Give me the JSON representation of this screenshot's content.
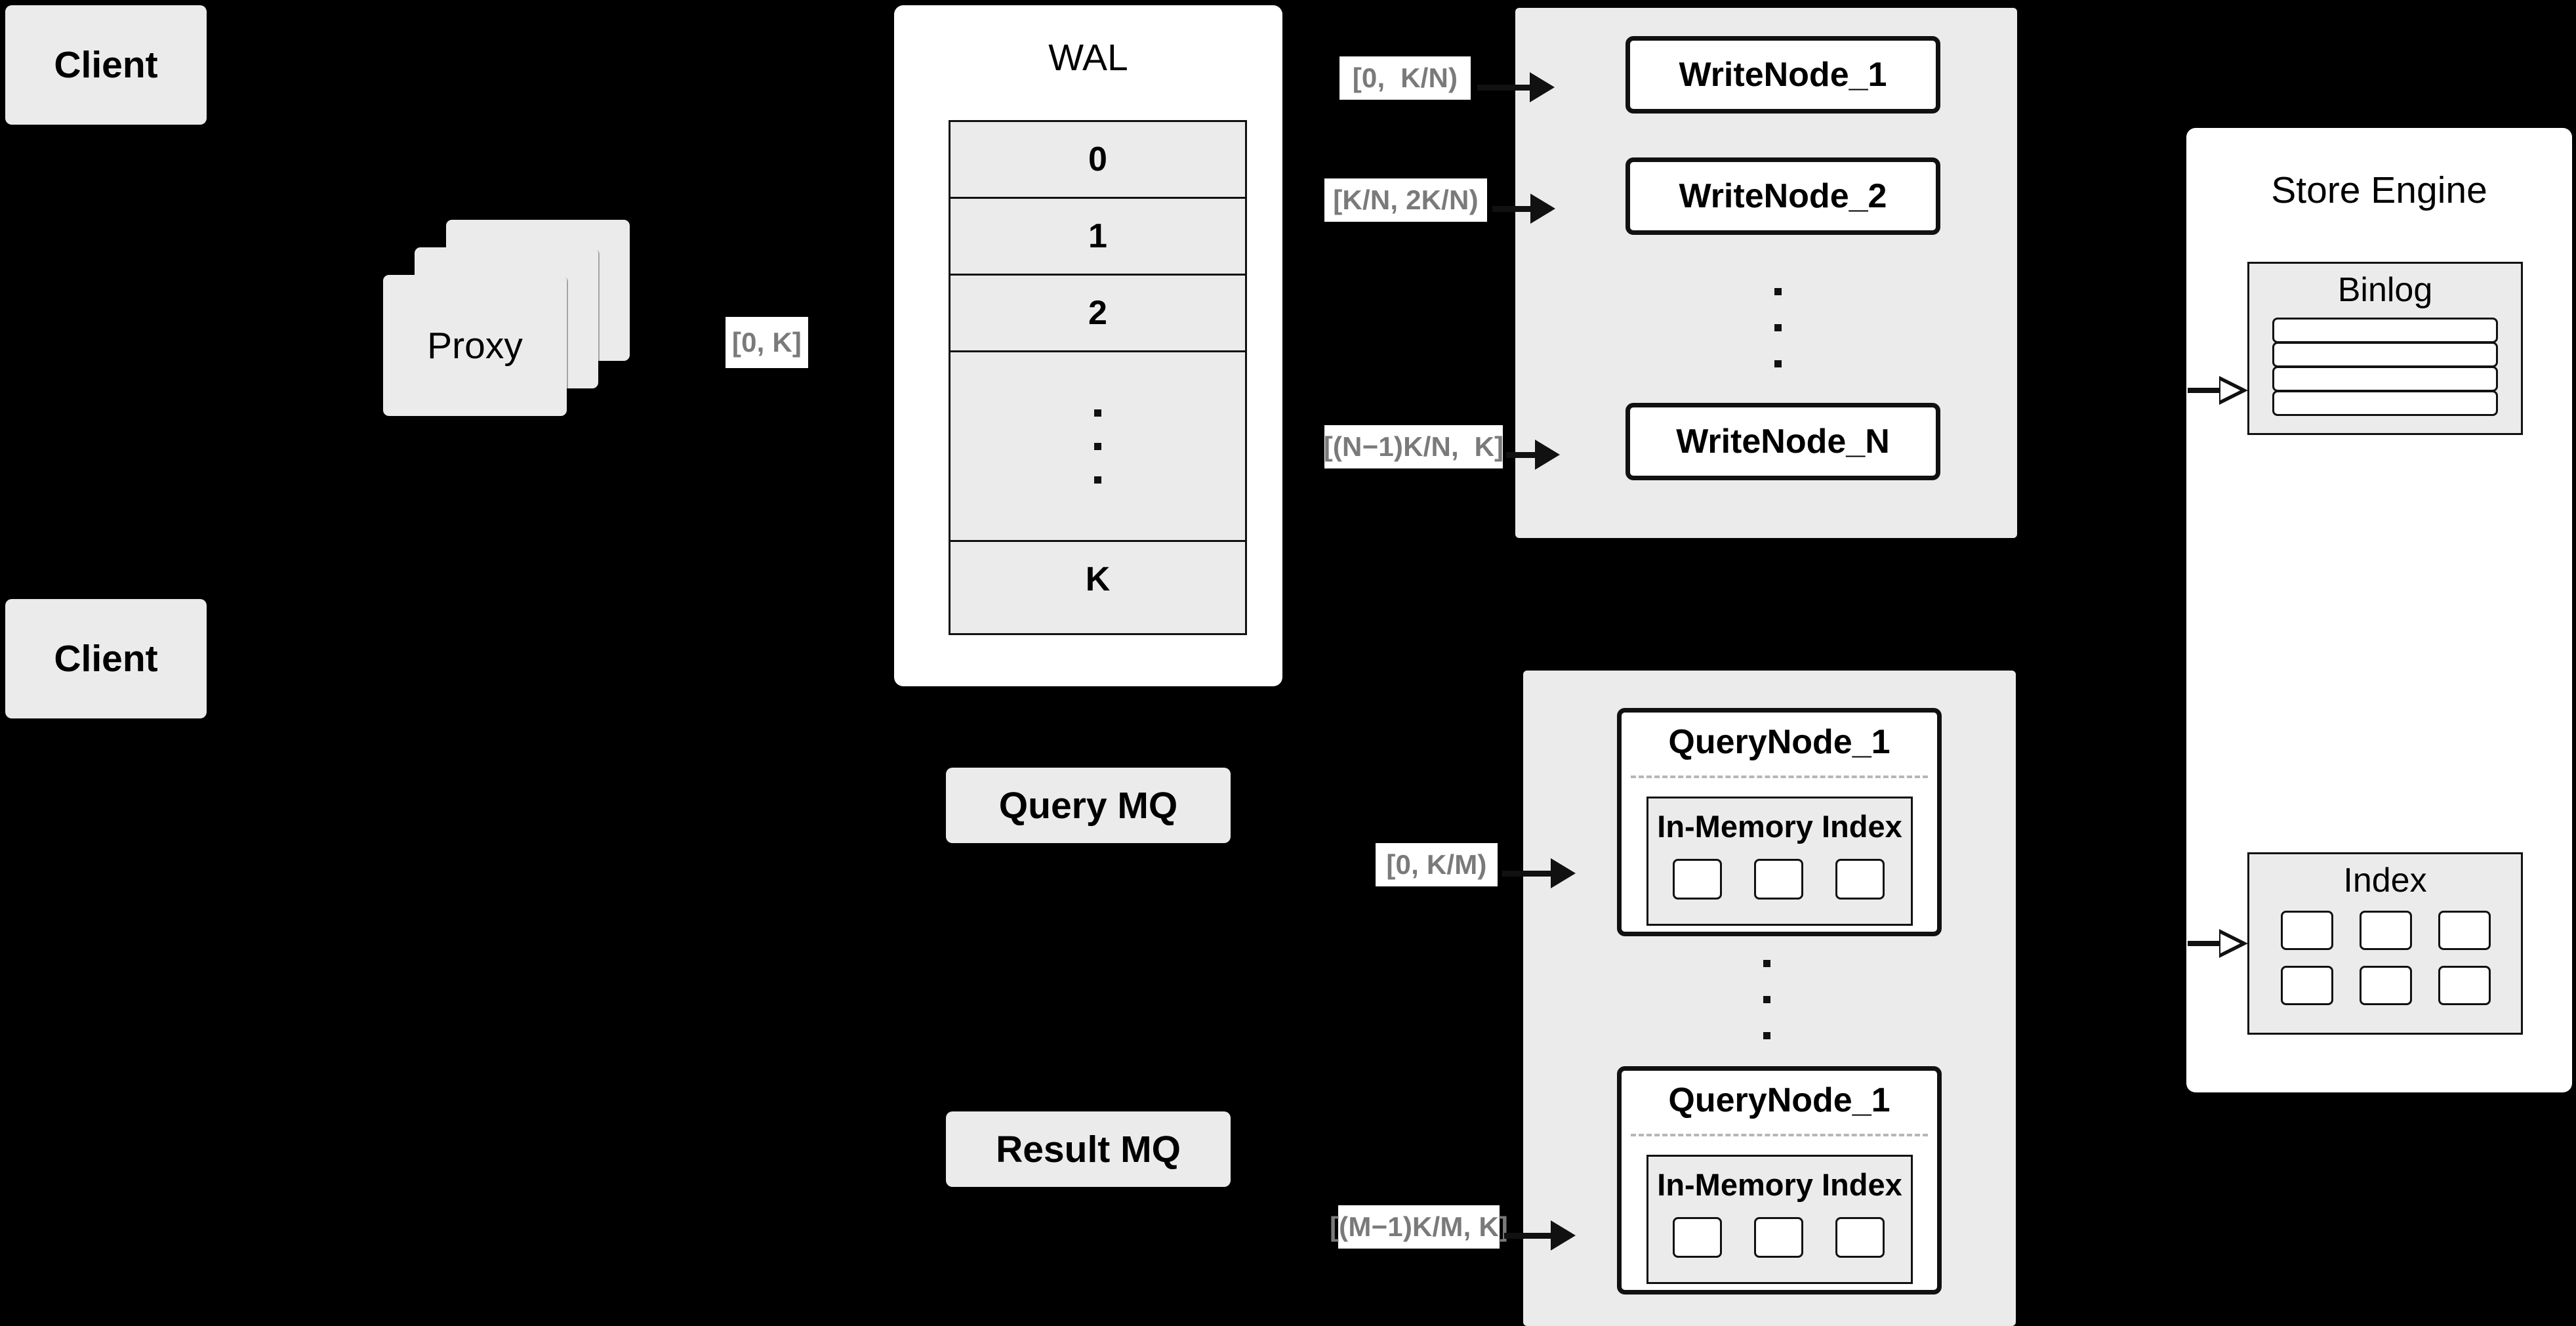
{
  "diagram": {
    "title": "Distributed Write and Query Architecture",
    "background_color": "#000000",
    "node_fill": "#ebebeb",
    "panel_fill": "#ffffff",
    "stroke_color": "#111111",
    "label_text_color": "#7a7a7a",
    "dashed_sep_color": "#b6b6b6"
  },
  "clients": [
    {
      "label": "Client"
    },
    {
      "label": "Client"
    }
  ],
  "proxy": {
    "label": "Proxy",
    "stack_count": 3
  },
  "wal": {
    "title": "WAL",
    "rows": [
      "0",
      "1",
      "2",
      "⋮",
      "K"
    ],
    "ellipsis_row_index": 3
  },
  "message_queues": [
    {
      "label": "Query MQ",
      "name": "query-mq"
    },
    {
      "label": "Result MQ",
      "name": "result-mq"
    }
  ],
  "write_cluster": {
    "nodes": [
      {
        "label": "WriteNode_1",
        "range": "[0,  K/N)"
      },
      {
        "label": "WriteNode_2",
        "range": "[K/N, 2K/N)"
      },
      {
        "label": "WriteNode_N",
        "range": "[(N−1)K/N,  K]"
      }
    ],
    "ellipsis": "⋮"
  },
  "query_cluster": {
    "nodes": [
      {
        "label": "QueryNode_1",
        "range": "[0, K/M)",
        "index": {
          "title": "In-Memory Index",
          "cell_count": 3
        }
      },
      {
        "label": "QueryNode_1",
        "range": "[(M−1)K/M, K]",
        "index": {
          "title": "In-Memory Index",
          "cell_count": 3
        }
      }
    ],
    "ellipsis": "⋮"
  },
  "store_engine": {
    "title": "Store Engine",
    "binlog": {
      "title": "Binlog",
      "row_count": 4
    },
    "index": {
      "title": "Index",
      "rows": 2,
      "cols": 3
    }
  },
  "ranges": {
    "proxy_to_wal": "[0, K]"
  }
}
